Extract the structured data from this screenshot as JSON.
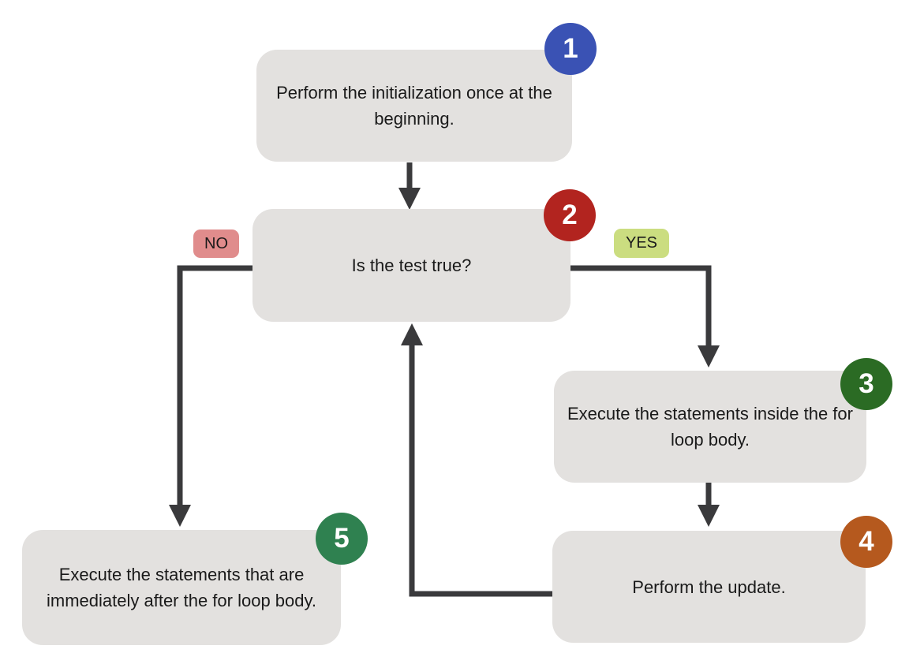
{
  "diagram": {
    "steps": [
      {
        "number": "1",
        "text": "Perform the initialization once at the beginning.",
        "badge_color": "#3A52B4"
      },
      {
        "number": "2",
        "text": "Is the test true?",
        "badge_color": "#B2241F"
      },
      {
        "number": "3",
        "text": "Execute the statements inside the for loop body.",
        "badge_color": "#2B6B24"
      },
      {
        "number": "4",
        "text": "Perform the update.",
        "badge_color": "#B5591E"
      },
      {
        "number": "5",
        "text": "Execute the statements that are immediately after the for loop body.",
        "badge_color": "#2F8150"
      }
    ],
    "branch_labels": {
      "no": {
        "text": "NO",
        "bg": "#E08C8C"
      },
      "yes": {
        "text": "YES",
        "bg": "#CBDD80"
      }
    },
    "colors": {
      "box_fill": "#E3E1DF",
      "arrow": "#3A3A3C",
      "badge_text": "#FFFFFF",
      "text": "#1A1A1A",
      "background": "#FFFFFF"
    }
  }
}
